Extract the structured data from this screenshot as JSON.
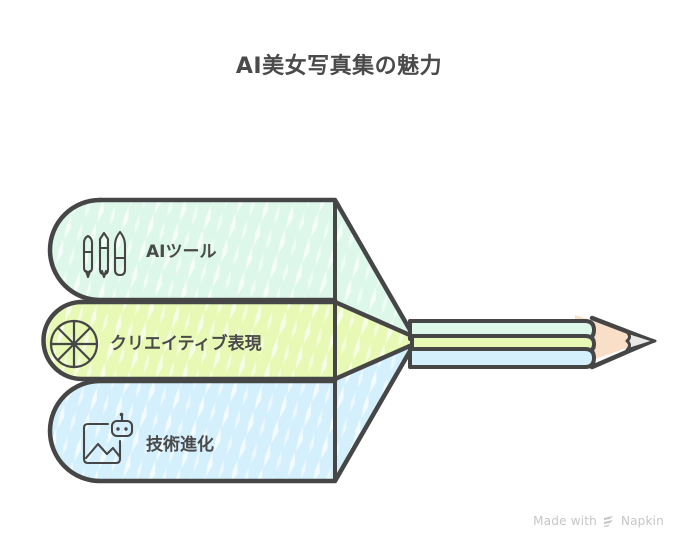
{
  "title": "AI美女写真集の魅力",
  "colors": {
    "stroke": "#464646",
    "text": "#4a4a4a",
    "background": "#ffffff",
    "mint": "#ddf8ea",
    "lime": "#e7f9b4",
    "sky": "#d4f0fd",
    "pencil_wood": "#fadfc8",
    "pencil_lead": "#e8e8e8",
    "watermark": "#c6c6c6"
  },
  "diagram": {
    "type": "converging-pencil",
    "nodes": [
      {
        "id": "node-1",
        "label": "AIツール",
        "icon": "pens-icon",
        "color": "#ddf8ea"
      },
      {
        "id": "node-2",
        "label": "クリエイティブ表現",
        "icon": "wheel-icon",
        "color": "#e7f9b4"
      },
      {
        "id": "node-3",
        "label": "技術進化",
        "icon": "ai-image-icon",
        "color": "#d4f0fd"
      }
    ]
  },
  "watermark": {
    "prefix": "Made with",
    "brand": "Napkin",
    "mark": "napkin-logo-icon"
  }
}
